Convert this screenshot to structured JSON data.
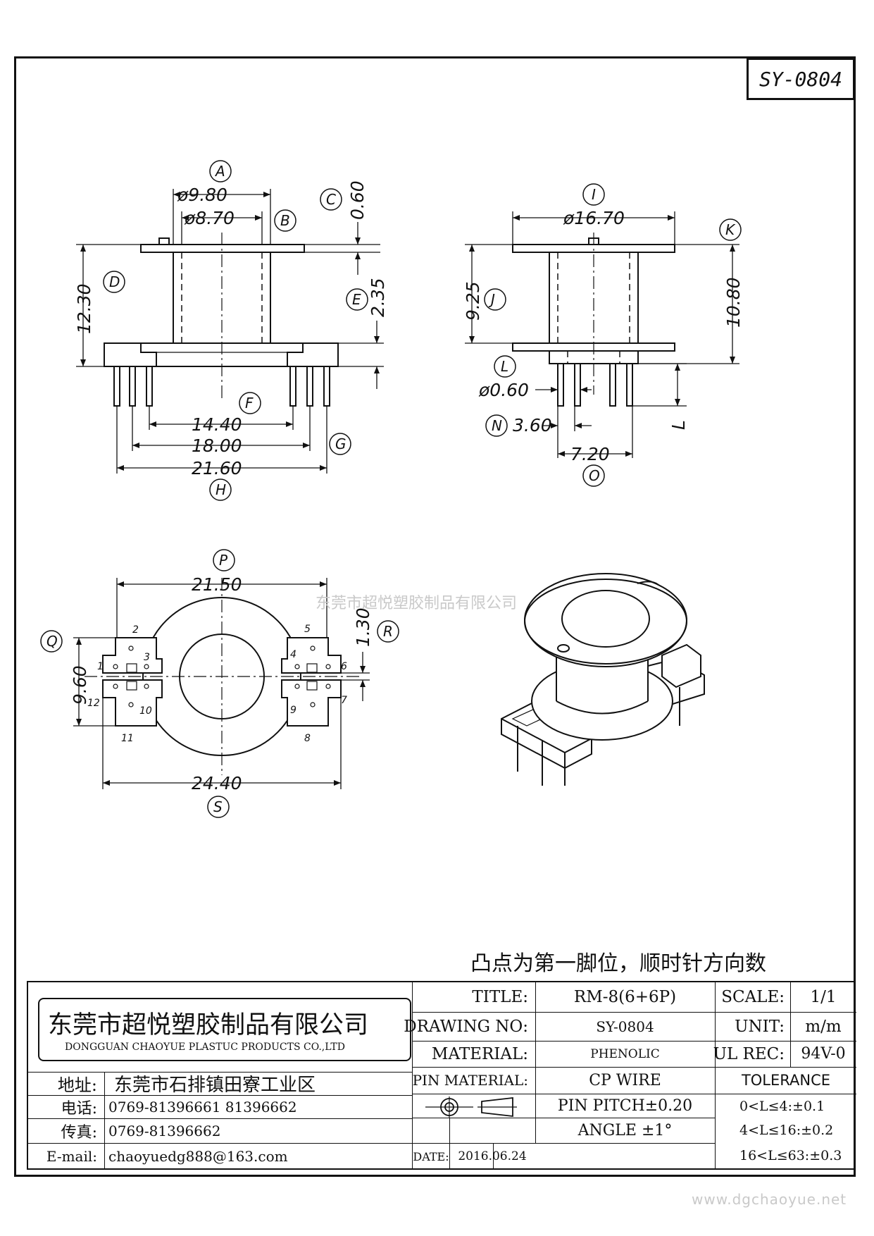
{
  "model_no": "SY-0804",
  "labels": {
    "A": "A",
    "B": "B",
    "C": "C",
    "D": "D",
    "E": "E",
    "F": "F",
    "G": "G",
    "H": "H",
    "I": "I",
    "J": "J",
    "K": "K",
    "L": "L",
    "N": "N",
    "O": "O",
    "P": "P",
    "Q": "Q",
    "R": "R",
    "S": "S",
    "L_pin": "L"
  },
  "dims": {
    "A": "ø9.80",
    "B": "ø8.70",
    "C": "0.60",
    "D": "12.30",
    "E": "2.35",
    "F": "14.40",
    "G": "18.00",
    "H": "21.60",
    "I": "ø16.70",
    "J": "9.25",
    "K": "10.80",
    "L": "ø0.60",
    "N": "3.60",
    "O": "7.20",
    "P": "21.50",
    "Q": "9.60",
    "R": "1.30",
    "S": "24.40"
  },
  "pin_numbers": [
    "1",
    "2",
    "3",
    "4",
    "5",
    "6",
    "7",
    "8",
    "9",
    "10",
    "11",
    "12"
  ],
  "note": "凸点为第一脚位，顺时针方向数",
  "watermark": "东莞市超悦塑胶制品有限公司",
  "footer_url": "www.dgchaoyue.net",
  "title_block": {
    "company_cn": "东莞市超悦塑胶制品有限公司",
    "company_en": "DONGGUAN CHAOYUE PLASTUC PRODUCTS CO.,LTD",
    "address_label": "地址:",
    "address": "东莞市石排镇田寮工业区",
    "tel_label": "电话:",
    "tel": "0769-81396661  81396662",
    "fax_label": "传真:",
    "fax": "0769-81396662",
    "email_label": "E-mail:",
    "email": "chaoyuedg888@163.com",
    "title_label": "TITLE:",
    "title": "RM-8(6+6P)",
    "drawing_no_label": "DRAWING NO:",
    "drawing_no": "SY-0804",
    "material_label": "MATERIAL:",
    "material": "PHENOLIC",
    "pin_material_label": "PIN MATERIAL:",
    "pin_material": "CP WIRE",
    "pin_pitch": "PIN PITCH±0.20",
    "date_label": "DATE:",
    "date": "2016.06.24",
    "angle": "ANGLE  ±1°",
    "scale_label": "SCALE:",
    "scale": "1/1",
    "unit_label": "UNIT:",
    "unit": "m/m",
    "ul_rec_label": "UL REC:",
    "ul_rec": "94V-0",
    "tolerance_label": "TOLERANCE",
    "tol1": "0<L≤4:±0.1",
    "tol2": "4<L≤16:±0.2",
    "tol3": "16<L≤63:±0.3"
  }
}
